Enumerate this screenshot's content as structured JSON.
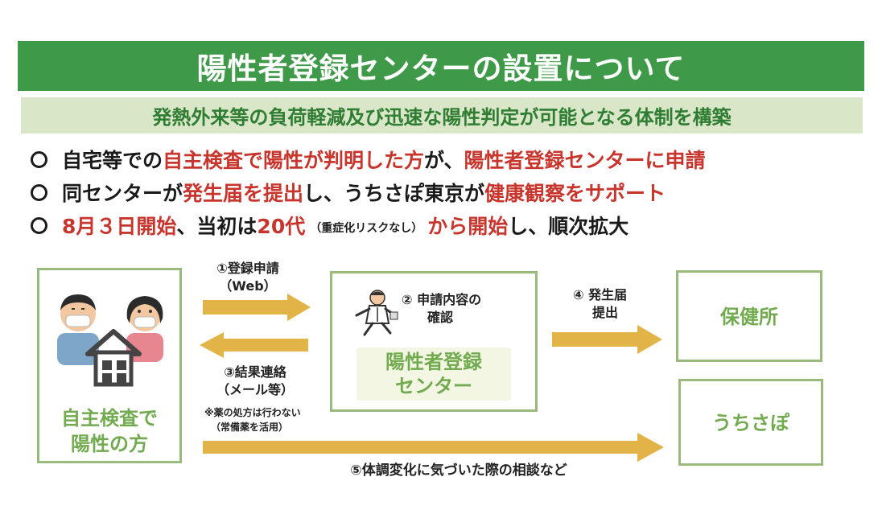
{
  "header": {
    "title": "陽性者登録センターの設置について",
    "subtitle": "発熱外来等の負荷軽減及び迅速な陽性判定が可能となる体制を構築"
  },
  "bullets": [
    {
      "parts": [
        {
          "text": "自宅等での",
          "red": false
        },
        {
          "text": "自主検査で陽性が判明した方",
          "red": true
        },
        {
          "text": "が、",
          "red": false
        },
        {
          "text": "陽性者登録センターに申請",
          "red": true
        }
      ]
    },
    {
      "parts": [
        {
          "text": "同センターが",
          "red": false
        },
        {
          "text": "発生届を提出",
          "red": true
        },
        {
          "text": "し、うちさぽ東京が",
          "red": false
        },
        {
          "text": "健康観察をサポート",
          "red": true
        }
      ]
    },
    {
      "parts": [
        {
          "text": "8月３日開始",
          "red": true
        },
        {
          "text": "、当初は",
          "red": false
        },
        {
          "text": "20代",
          "red": true
        },
        {
          "text": "（重症化リスクなし）",
          "red": false,
          "small": true
        },
        {
          "text": "から開始",
          "red": true
        },
        {
          "text": "し、順次拡大",
          "red": false
        }
      ]
    }
  ],
  "diagram": {
    "self_test": {
      "line1": "自主検査で",
      "line2": "陽性の方"
    },
    "center": {
      "step_label_line1": "② 申請内容の",
      "step_label_line2": "確認",
      "name_line1": "陽性者登録",
      "name_line2": "センター"
    },
    "health_center": {
      "label": "保健所"
    },
    "uchisapo": {
      "label": "うちさぽ"
    },
    "step1": {
      "line1": "①登録申請",
      "line2": "（Web）"
    },
    "step3": {
      "line1": "③結果連絡",
      "line2": "（メール等）"
    },
    "step3_note": {
      "line1": "※薬の処方は行わない",
      "line2": "（常備薬を活用）"
    },
    "step4": {
      "line1": "④ 発生届",
      "line2": "提出"
    },
    "step5": {
      "label": "⑤体調変化に気づいた際の相談など"
    }
  },
  "colors": {
    "title_bg": "#3e9a48",
    "subtitle_bg": "#d9e6c7",
    "emphasis_red": "#c8352c",
    "box_border": "#9ab97c",
    "arrow": "#e2b347"
  },
  "icons": [
    "person-male-mask-icon",
    "person-female-mask-icon",
    "house-icon",
    "doctor-running-icon"
  ]
}
